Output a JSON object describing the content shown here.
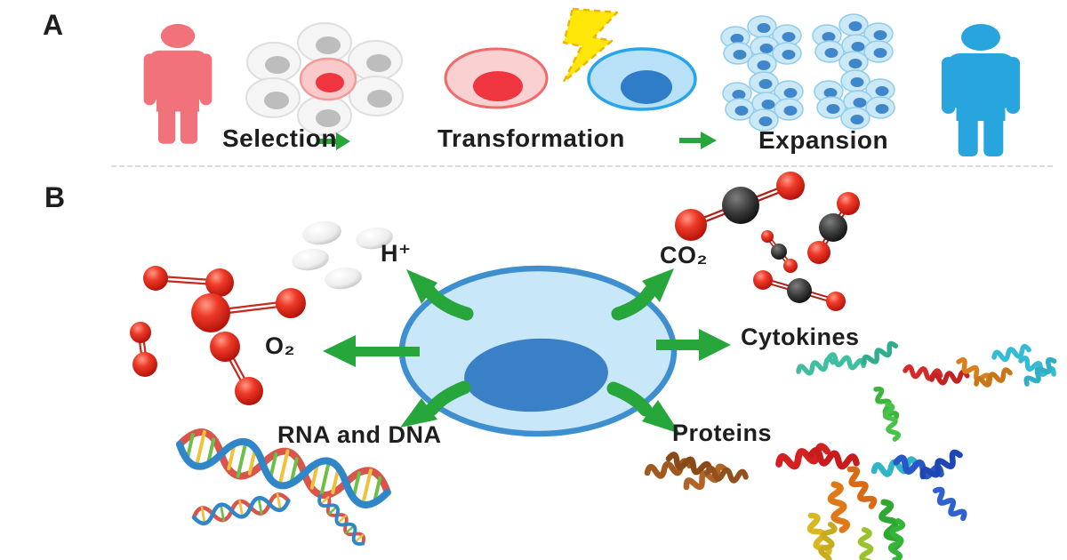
{
  "figure": {
    "panel_a": {
      "label": "A",
      "steps": [
        {
          "label": "Selection"
        },
        {
          "label": "Transformation"
        },
        {
          "label": "Expansion"
        }
      ]
    },
    "panel_b": {
      "label": "B",
      "labels": {
        "h_plus": "H⁺",
        "co2": "CO₂",
        "o2": "O₂",
        "cytokines": "Cytokines",
        "rna_dna": "RNA and DNA",
        "proteins": "Proteins"
      }
    },
    "icons": [
      "donor-person-icon",
      "selected-cell-cluster-icon",
      "somatic-cell-icon",
      "lightning-bolt-icon",
      "reprogrammed-cell-icon",
      "expanded-colony-icon",
      "recipient-person-icon",
      "step-arrow-icon",
      "central-cell-icon",
      "exchange-arrow-icon",
      "proton-spheres-icon",
      "oxygen-molecules-icon",
      "co2-molecules-icon",
      "dna-helix-icon",
      "cytokine-protein-icon",
      "protein-structure-icon"
    ],
    "colors": {
      "donor_person": "#F2727B",
      "recipient_person": "#29A5DE",
      "arrow_green": "#27A63C",
      "lightning_yellow": "#FFE70A",
      "cell_membrane": "#3E8FD0",
      "cell_cytoplasm": "#C8E7F8",
      "cell_nucleus": "#3A80C6",
      "oxygen_red": "#D92B1F",
      "carbon_black": "#2B2B2B",
      "proton_gray": "#E8E8E8",
      "label_text": "#1E1E1E"
    }
  }
}
